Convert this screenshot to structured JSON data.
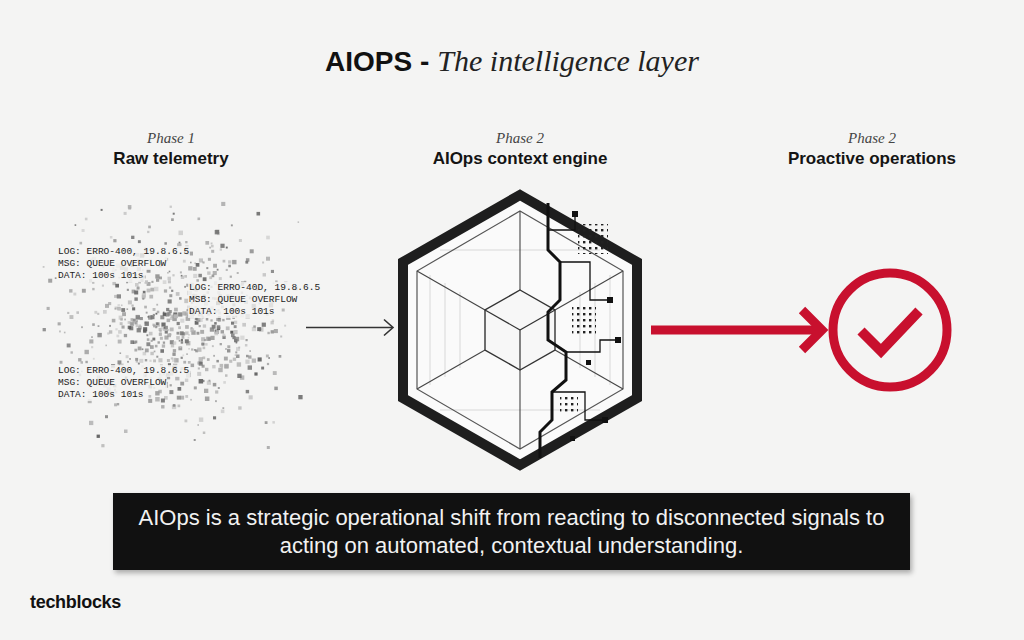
{
  "diagram": {
    "title": "AIOPS -",
    "caption": "AIOps is a strategic operational shift from reacting to disconnected signals to acting on automated, contextual understanding.",
    "nodes": [
      {
        "text": [
          "Phase 1",
          "Raw telemetry"
        ]
      },
      {
        "text": [
          "Phase 2",
          "AIOps context engine"
        ]
      },
      {
        "text": [
          "Phase 2",
          "Proactive operations"
        ]
      }
    ],
    "edges": [
      {
        "from": 0,
        "to": 1,
        "arrow": "to"
      },
      {
        "from": 1,
        "to": 2,
        "arrow": "to"
      }
    ],
    "labels": [
      "The intelligence layer",
      "LOG: ERRO-400, 19.8.6.5",
      "MSG: QUEUE OVERFLOW",
      "DATA: 100s 101s",
      "LOG: ERRO-40D, 19.8.6.5",
      "MSB: QUEUE OVERFLOW",
      "DATA: 100s 101s",
      "LOG: ERRO-400, 19.8.6.5",
      "MSG: QUEUE OVERFLOW",
      "DATA: 100s 101s",
      "techblocks"
    ]
  }
}
